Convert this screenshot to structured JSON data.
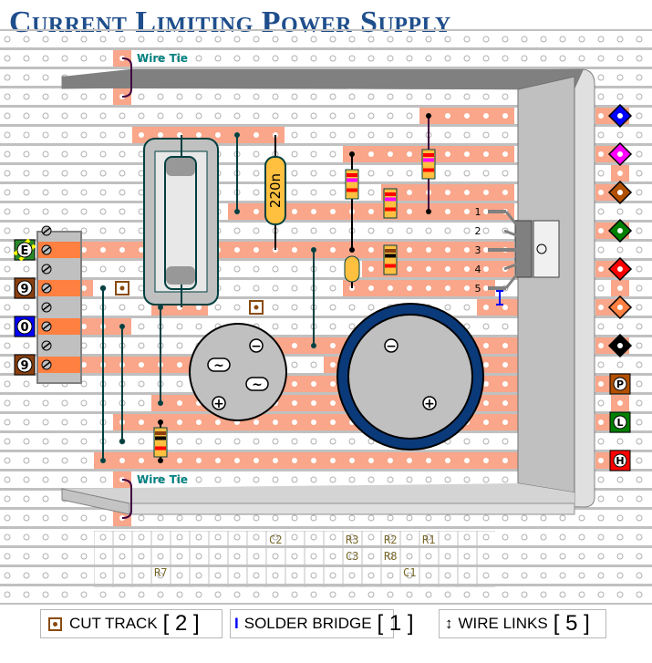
{
  "title": "Current Limiting Power Supply",
  "colors": {
    "title": "#1f4e8c",
    "track": "#f9a68a",
    "track_dark": "#ff8040",
    "strip_line": "#c0c0c0",
    "hole": "#b0b0b0",
    "heatsink": "#c0c0c0",
    "cap_blue": "#0a3a7a",
    "wire_dark": "#004040",
    "wire_black": "#000000",
    "wire_purple": "#400040",
    "solder_bridge": "#0000ff",
    "cut_track": "#8a4b10",
    "label_text": "#7a6a2a",
    "wire_tie_text": "#008080"
  },
  "board": {
    "rows": 25,
    "cols": 34,
    "tracks": [
      {
        "row": 0,
        "from": 6,
        "to": 6
      },
      {
        "row": 2,
        "from": 6,
        "to": 6
      },
      {
        "row": 3,
        "from": 22,
        "to": 26
      },
      {
        "row": 3,
        "from": 32,
        "to": 32
      },
      {
        "row": 4,
        "from": 7,
        "to": 14
      },
      {
        "row": 5,
        "from": 18,
        "to": 26
      },
      {
        "row": 6,
        "from": 32,
        "to": 32
      },
      {
        "row": 7,
        "from": 20,
        "to": 26
      },
      {
        "row": 8,
        "from": 12,
        "to": 26
      },
      {
        "row": 9,
        "from": 27,
        "to": 27
      },
      {
        "row": 9,
        "from": 32,
        "to": 32
      },
      {
        "row": 10,
        "from": 2,
        "to": 26
      },
      {
        "row": 11,
        "from": 19,
        "to": 26
      },
      {
        "row": 12,
        "from": 2,
        "to": 4
      },
      {
        "row": 12,
        "from": 18,
        "to": 25
      },
      {
        "row": 12,
        "from": 32,
        "to": 32
      },
      {
        "row": 13,
        "from": 8,
        "to": 10
      },
      {
        "row": 13,
        "from": 25,
        "to": 27
      },
      {
        "row": 14,
        "from": 2,
        "to": 6
      },
      {
        "row": 15,
        "from": 14,
        "to": 27
      },
      {
        "row": 15,
        "from": 32,
        "to": 32
      },
      {
        "row": 16,
        "from": 2,
        "to": 14
      },
      {
        "row": 16,
        "from": 17,
        "to": 27
      },
      {
        "row": 17,
        "from": 13,
        "to": 27
      },
      {
        "row": 18,
        "from": 8,
        "to": 27
      },
      {
        "row": 18,
        "from": 32,
        "to": 32
      },
      {
        "row": 19,
        "from": 6,
        "to": 27
      },
      {
        "row": 21,
        "from": 5,
        "to": 27
      },
      {
        "row": 21,
        "from": 32,
        "to": 32
      },
      {
        "row": 22,
        "from": 6,
        "to": 6
      },
      {
        "row": 24,
        "from": 6,
        "to": 6
      }
    ],
    "wire_links": [
      {
        "col": 5,
        "r1": 12,
        "r2": 21
      },
      {
        "col": 6,
        "r1": 14,
        "r2": 20
      },
      {
        "col": 8,
        "r1": 13,
        "r2": 18
      },
      {
        "col": 12,
        "r1": 4,
        "r2": 8
      },
      {
        "col": 16,
        "r1": 10,
        "r2": 15
      }
    ],
    "cut_tracks": [
      {
        "row": 12,
        "col": 6
      },
      {
        "row": 13,
        "col": 13
      }
    ],
    "solder_bridges": [
      {
        "col": 25,
        "r1": 12,
        "r2": 13
      }
    ]
  },
  "terminal_block": {
    "labels": [
      {
        "text": "E",
        "row": 10,
        "bg": "#2a8a2a",
        "stripe": "#ffff00"
      },
      {
        "text": "9",
        "row": 12,
        "bg": "#8a4010"
      },
      {
        "text": "0",
        "row": 14,
        "bg": "#0000ff"
      },
      {
        "text": "9",
        "row": 16,
        "bg": "#8a4010"
      }
    ]
  },
  "components": {
    "fuse": {
      "name": "fuse-holder",
      "col": 9,
      "r1": 4,
      "r2": 13
    },
    "capacitor_c2": {
      "label": "220n",
      "col": 14,
      "r1": 4,
      "r2": 10
    },
    "resistor_r3": {
      "col": 18,
      "r1": 5,
      "r2": 10,
      "bands": [
        "#ff0000",
        "#ff00ff",
        "#ffc040",
        "#ff0000"
      ]
    },
    "resistor_r2": {
      "col": 20,
      "r1": 7,
      "r2": 8,
      "bands": [
        "#ff0000",
        "#ff00ff",
        "#ffc040",
        "#ff0000"
      ]
    },
    "resistor_r1": {
      "col": 22,
      "r1": 3,
      "r2": 8,
      "bands": [
        "#ff0000",
        "#ff00ff",
        "#ffc040",
        "#ff0000"
      ]
    },
    "resistor_r8": {
      "col": 20,
      "r1": 10,
      "r2": 11,
      "bands": [
        "#8a4010",
        "#000000",
        "#ffc040",
        "#ff0000"
      ]
    },
    "resistor_r7": {
      "col": 8,
      "r1": 19,
      "r2": 21,
      "bands": [
        "#8a4010",
        "#000000",
        "#ffc040",
        "#ff0000"
      ]
    },
    "capacitor_c3": {
      "col": 18,
      "r1": 11,
      "r2": 12
    },
    "bridge_rectifier": {
      "minus": "−",
      "ac": "~",
      "plus": "+"
    },
    "electrolytic_c1": {
      "minus": "−",
      "plus": "+"
    },
    "regulator": {
      "pins": [
        "1",
        "2",
        "3",
        "4",
        "5"
      ]
    }
  },
  "wire_ties": [
    {
      "label": "Wire Tie",
      "position": "top"
    },
    {
      "label": "Wire Tie",
      "position": "bottom"
    }
  ],
  "output_connectors": [
    {
      "shape": "diamond",
      "color": "#0000ff",
      "row": 3
    },
    {
      "shape": "diamond",
      "color": "#ff00ff",
      "row": 6
    },
    {
      "shape": "diamond",
      "color": "#b05000",
      "row": 9
    },
    {
      "shape": "diamond",
      "color": "#008000",
      "row": 12
    },
    {
      "shape": "diamond",
      "color": "#ff0000",
      "row": 15
    },
    {
      "shape": "diamond",
      "color": "#ff8040",
      "row": 18
    },
    {
      "shape": "diamond",
      "color": "#000000",
      "row": 21
    },
    {
      "shape": "square",
      "color": "#b05000",
      "text": "P",
      "row": 24
    },
    {
      "shape": "square",
      "color": "#008000",
      "text": "L",
      "row": 27
    },
    {
      "shape": "square",
      "color": "#ff0000",
      "text": "H",
      "row": 30
    }
  ],
  "component_labels": [
    {
      "text": "C2",
      "col": 9,
      "line": 0
    },
    {
      "text": "R3",
      "col": 13,
      "line": 0
    },
    {
      "text": "C3",
      "col": 13,
      "line": 1
    },
    {
      "text": "R2",
      "col": 15,
      "line": 0
    },
    {
      "text": "R8",
      "col": 15,
      "line": 1
    },
    {
      "text": "C1",
      "col": 16,
      "line": 2
    },
    {
      "text": "R1",
      "col": 17,
      "line": 0
    },
    {
      "text": "R7",
      "col": 3,
      "line": 2
    }
  ],
  "legend": {
    "cut_track_label": "CUT TRACK",
    "cut_track_count": "[ 2 ]",
    "solder_bridge_label": "SOLDER BRIDGE",
    "solder_bridge_count": "[ 1 ]",
    "wire_links_label": "WIRE LINKS",
    "wire_links_count": "[ 5 ]"
  }
}
